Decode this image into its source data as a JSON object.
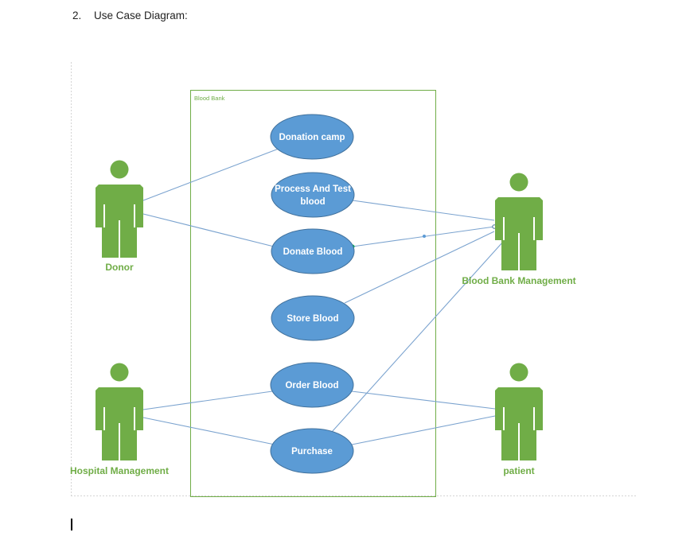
{
  "document": {
    "heading_number": "2.",
    "heading_text": "Use Case Diagram:"
  },
  "diagram": {
    "system": {
      "label": "Blood Bank"
    },
    "use_cases": [
      {
        "id": "donation-camp",
        "lines": [
          "Donation camp"
        ]
      },
      {
        "id": "process-and-test-blood",
        "lines": [
          "Process And Test",
          "blood"
        ]
      },
      {
        "id": "donate-blood",
        "lines": [
          "Donate Blood"
        ]
      },
      {
        "id": "store-blood",
        "lines": [
          "Store Blood"
        ]
      },
      {
        "id": "order-blood",
        "lines": [
          "Order Blood"
        ]
      },
      {
        "id": "purchase",
        "lines": [
          "Purchase"
        ]
      }
    ],
    "actors": [
      {
        "id": "donor",
        "label": "Donor"
      },
      {
        "id": "blood-bank-management",
        "label": "Blood Bank Management"
      },
      {
        "id": "hospital-management",
        "label": "Hospital Management"
      },
      {
        "id": "patient",
        "label": "patient"
      }
    ],
    "associations": [
      [
        "donor",
        "donation-camp"
      ],
      [
        "donor",
        "donate-blood"
      ],
      [
        "process-and-test-blood",
        "blood-bank-management"
      ],
      [
        "donate-blood",
        "blood-bank-management"
      ],
      [
        "store-blood",
        "blood-bank-management"
      ],
      [
        "purchase",
        "blood-bank-management"
      ],
      [
        "hospital-management",
        "order-blood"
      ],
      [
        "hospital-management",
        "purchase"
      ],
      [
        "order-blood",
        "patient"
      ],
      [
        "purchase",
        "patient"
      ]
    ],
    "colors": {
      "actor": "#70ad47",
      "use_case_fill": "#5b9bd5",
      "use_case_stroke": "#41719c",
      "association": "#7ba3cf",
      "system_border": "#70ad47",
      "page_guide": "#d4d4d4"
    }
  }
}
